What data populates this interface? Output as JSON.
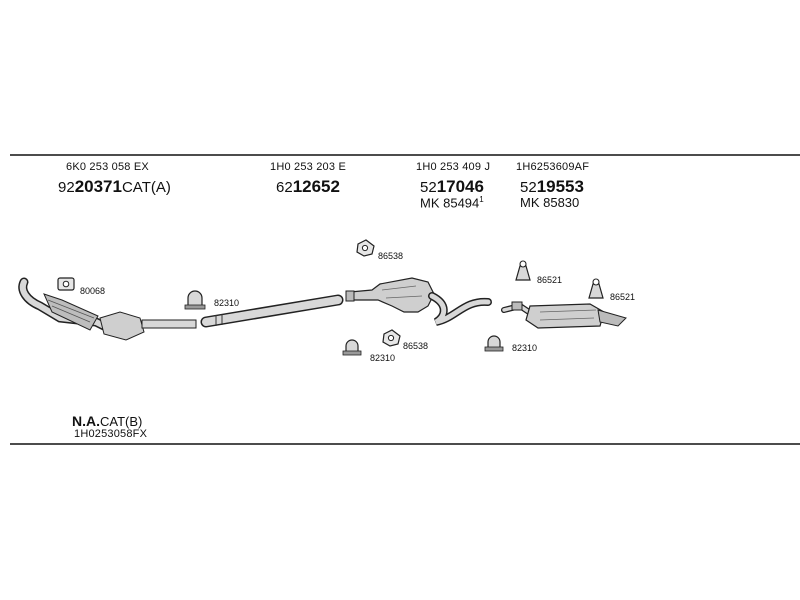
{
  "columns": [
    {
      "oe": "6K0 253 058 EX",
      "prefix": "92",
      "code": "20371",
      "suffix": "CAT(A)"
    },
    {
      "oe": "1H0 253 203 E",
      "prefix": "62",
      "code": "12652",
      "suffix": ""
    },
    {
      "oe": "1H0 253 409 J",
      "prefix": "52",
      "code": "17046",
      "suffix": "",
      "mk": "MK  85494",
      "mk_sup": "1"
    },
    {
      "oe": "1H6253609AF",
      "prefix": "52",
      "code": "19553",
      "suffix": "",
      "mk": "MK  85830"
    }
  ],
  "labels": {
    "gasket_front": "80068",
    "clamp_1": "82310",
    "hanger_top": "86538",
    "hanger_mid": "86538",
    "clamp_2": "82310",
    "clamp_3": "82310",
    "hanger_rear_1": "86521",
    "hanger_rear_2": "86521"
  },
  "footer": {
    "na_bold": "N.A.",
    "na_rest": "CAT(B)",
    "oe": "1H0253058FX"
  },
  "colors": {
    "line": "#111111",
    "part_fill": "#cfcfcf",
    "part_stroke": "#222222"
  }
}
